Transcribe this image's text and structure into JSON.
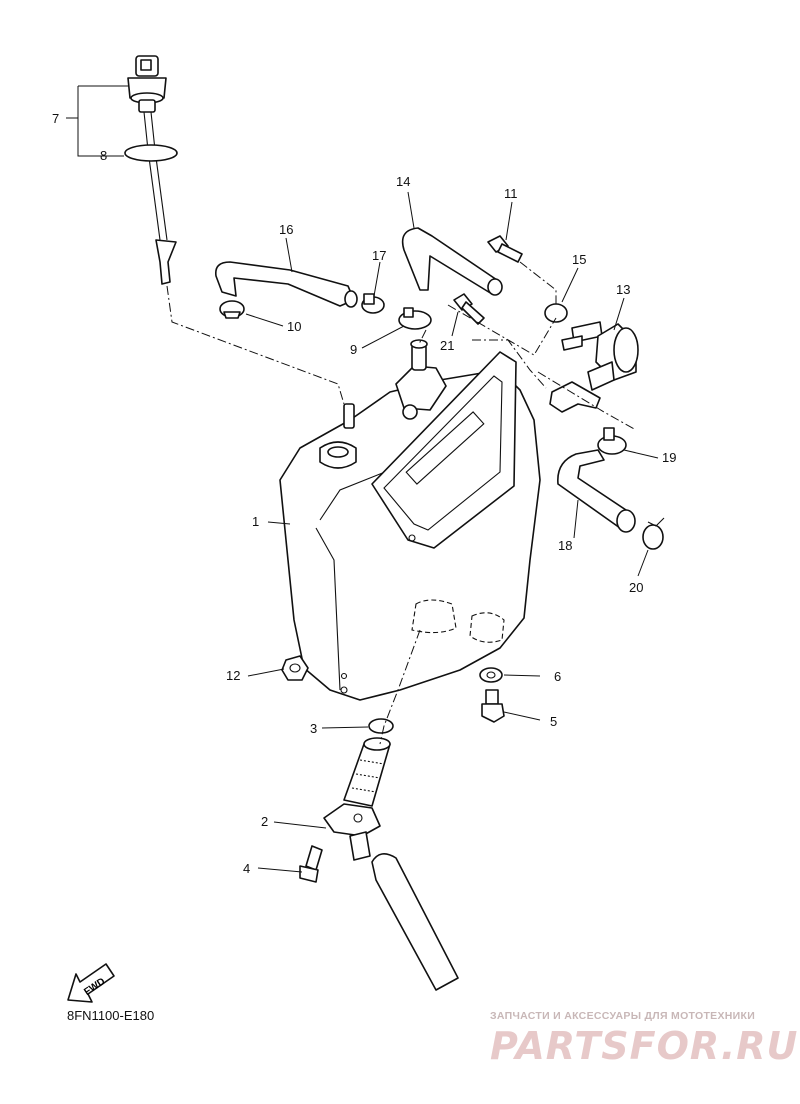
{
  "callouts": {
    "c1": "1",
    "c2": "2",
    "c3": "3",
    "c4": "4",
    "c5": "5",
    "c6": "6",
    "c7": "7",
    "c8": "8",
    "c9": "9",
    "c10": "10",
    "c11": "11",
    "c12": "12",
    "c13": "13",
    "c14": "14",
    "c15": "15",
    "c16": "16",
    "c17": "17",
    "c18": "18",
    "c19": "19",
    "c20": "20",
    "c21": "21"
  },
  "fwd_label": "FWD",
  "diagram_code": "8FN1100-E180",
  "watermark": {
    "caption": "ЗАПЧАСТИ И АКСЕССУАРЫ ДЛЯ МОТОТЕХНИКИ",
    "logo": "PARTSFOR.RU"
  }
}
